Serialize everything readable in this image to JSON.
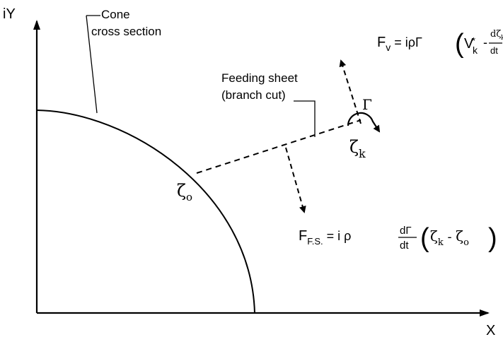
{
  "axes": {
    "y_label": "iY",
    "x_label": "X"
  },
  "cone": {
    "label_line1": "Cone",
    "label_line2": "cross section",
    "zeta_o": "ζ",
    "zeta_o_sub": "o"
  },
  "feeding_sheet": {
    "label_line1": "Feeding sheet",
    "label_line2": "(branch cut)"
  },
  "vortex": {
    "gamma": "Γ",
    "zeta_k": "ζ",
    "zeta_k_sub": "k"
  },
  "force_v": {
    "lhs": "F",
    "lhs_sub": "v",
    "eq": " = iρΓ",
    "v": "V",
    "v_sub": "k",
    "v_sup": "*",
    "minus": "-",
    "num": "dζ",
    "num_sub": "k",
    "den": "dt"
  },
  "force_fs": {
    "lhs": "F",
    "lhs_sub": "F.S.",
    "eq": " = i ρ",
    "num": "dΓ",
    "den": "dt",
    "z1": "ζ",
    "z1_sub": "k",
    "minus": " - ",
    "z2": "ζ",
    "z2_sub": "o"
  }
}
